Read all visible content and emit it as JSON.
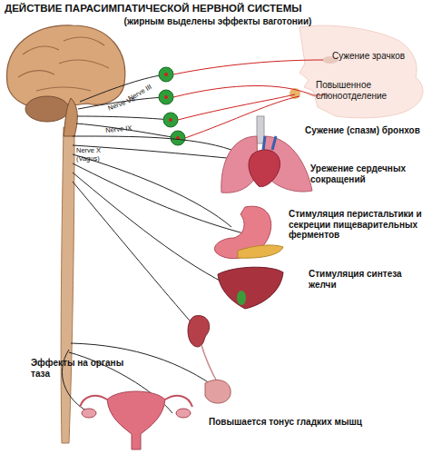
{
  "diagram": {
    "title": "ДЕЙСТВИЕ ПАРАСИМПАТИЧЕСКОЙ НЕРВНОЙ СИСТЕМЫ",
    "labels": [
      "(жирным выделены эффекты ваготонии)",
      "Сужение зрачков",
      "Повышенное слюноотделение",
      "Nerve III",
      "Nerve VII",
      "Nerve IX",
      "Nerve X (Vagus)",
      "Сужение (спазм) бронхов",
      "Урежение сердечных сокращений",
      "Стимуляция перистальтики и секреции пищеварительных ферментов",
      "Стимуляция синтеза желчи",
      "Эффекты на органы таза",
      "Повышается тонус гладких мышц"
    ]
  }
}
